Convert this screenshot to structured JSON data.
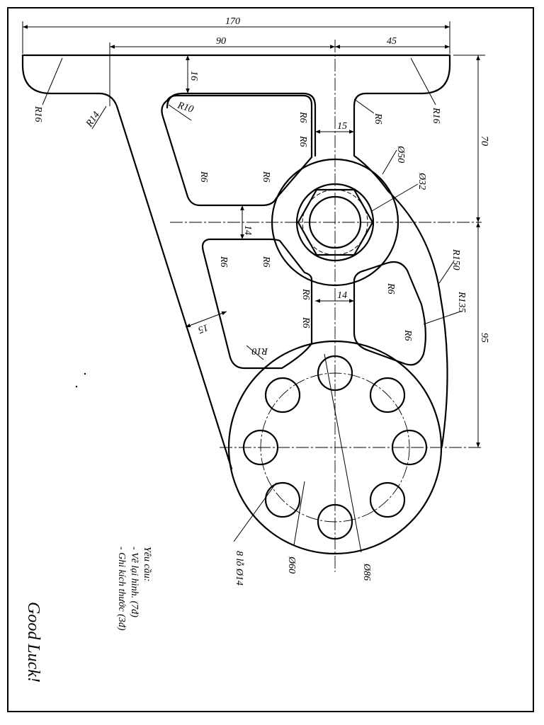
{
  "drawing": {
    "dimensions": {
      "overall_width": "170",
      "width_left": "90",
      "width_right": "45",
      "flange_thickness": "16",
      "height_upper": "70",
      "height_lower": "95",
      "rib_upper": "15",
      "rib_middle": "14",
      "rib_lower": "14",
      "rib_slanted": "15"
    },
    "radius_labels": {
      "r16_left": "R16",
      "r16_right": "R16",
      "r14": "R14",
      "r10_top": "R10",
      "r10_bottom": "R10",
      "r6": "R6",
      "r150": "R150",
      "r135": "R135"
    },
    "diameter_labels": {
      "d50": "Ø50",
      "d32": "Ø32",
      "holes": "8 lỗ Ø14",
      "d60": "Ø60",
      "d86": "Ø86"
    },
    "requirements": {
      "heading": "Yêu cầu:",
      "item1": "- Vẽ lại hình. (7đ)",
      "item2": "- Ghi kích thước (3đ)"
    },
    "closing": "Good Luck!"
  }
}
